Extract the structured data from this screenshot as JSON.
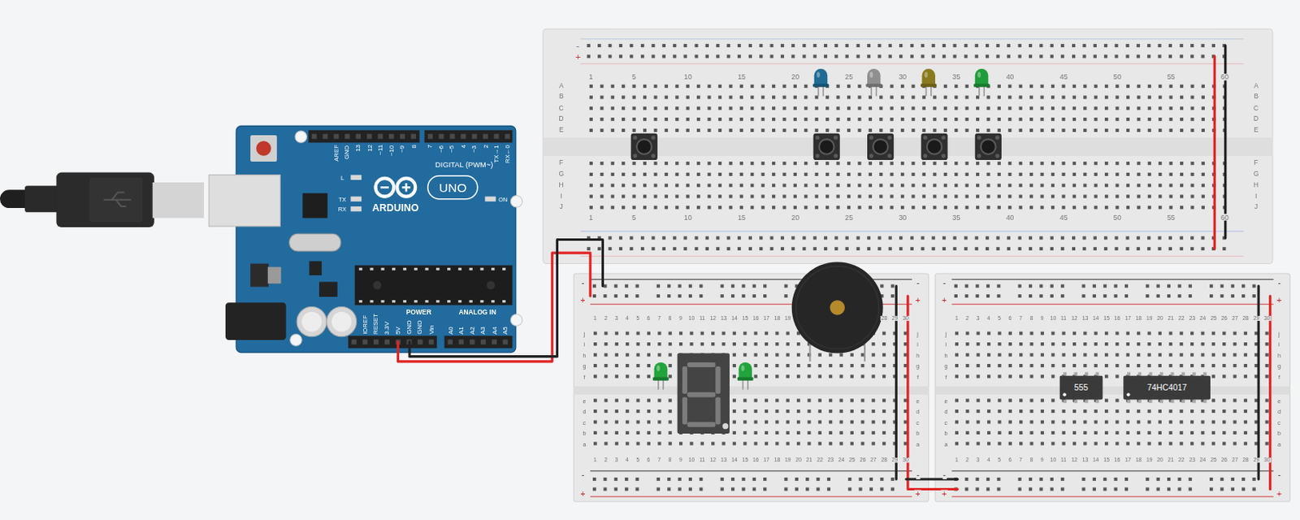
{
  "diagram": {
    "nodes": [
      {
        "text": [
          "555"
        ]
      },
      {
        "text": [
          "74HC4017"
        ]
      }
    ],
    "labels": [
      "AREF",
      "GND",
      "13",
      "12",
      "~11",
      "~10",
      "~9",
      "8",
      "7",
      "~6",
      "~5",
      "4",
      "~3",
      "2",
      "TX→1",
      "RX←0",
      "DIGITAL (PWM~)",
      "L",
      "TX",
      "RX",
      "ARDUINO",
      "UNO",
      "ON",
      "IOREF",
      "RESET",
      "3.3V",
      "5V",
      "GND",
      "GND",
      "Vin",
      "POWER",
      "ANALOG IN",
      "A0",
      "A1",
      "A2",
      "A3",
      "A4",
      "A5",
      "1",
      "5",
      "10",
      "15",
      "20",
      "25",
      "30",
      "35",
      "40",
      "45",
      "50",
      "55",
      "60",
      "1",
      "5",
      "10",
      "15",
      "20",
      "25",
      "30",
      "35",
      "40",
      "45",
      "50",
      "55",
      "60",
      "A",
      "B",
      "C",
      "D",
      "E",
      "F",
      "G",
      "H",
      "I",
      "J",
      "A",
      "B",
      "C",
      "D",
      "E",
      "F",
      "G",
      "H",
      "I",
      "J",
      "-",
      "+",
      "1",
      "2",
      "3",
      "4",
      "5",
      "6",
      "7",
      "8",
      "9",
      "10",
      "11",
      "12",
      "13",
      "14",
      "15",
      "16",
      "17",
      "18",
      "19",
      "28",
      "29",
      "30",
      "1",
      "2",
      "3",
      "4",
      "5",
      "6",
      "7",
      "8",
      "9",
      "10",
      "11",
      "12",
      "13",
      "14",
      "15",
      "16",
      "17",
      "18",
      "19",
      "20",
      "21",
      "22",
      "23",
      "24",
      "25",
      "26",
      "27",
      "28",
      "29",
      "30",
      "j",
      "i",
      "h",
      "g",
      "f",
      "e",
      "d",
      "c",
      "b",
      "a",
      "j",
      "i",
      "h",
      "g",
      "f",
      "e",
      "d",
      "c",
      "b",
      "a",
      "-",
      "+",
      "-",
      "+",
      "-",
      "+",
      "-",
      "+",
      "1",
      "2",
      "3",
      "4",
      "5",
      "6",
      "7",
      "8",
      "9",
      "10",
      "11",
      "12",
      "13",
      "14",
      "15",
      "16",
      "17",
      "18",
      "19",
      "20",
      "21",
      "22",
      "23",
      "24",
      "25",
      "26",
      "27",
      "28",
      "29",
      "30",
      "1",
      "2",
      "3",
      "4",
      "5",
      "6",
      "7",
      "8",
      "9",
      "10",
      "11",
      "12",
      "13",
      "14",
      "15",
      "16",
      "17",
      "18",
      "19",
      "20",
      "21",
      "22",
      "23",
      "24",
      "25",
      "26",
      "27",
      "28",
      "29",
      "30",
      "j",
      "i",
      "h",
      "g",
      "f",
      "e",
      "d",
      "c",
      "b",
      "a",
      "j",
      "i",
      "h",
      "g",
      "f",
      "e",
      "d",
      "c",
      "b",
      "a",
      "-",
      "+",
      "-",
      "+",
      "-",
      "+",
      "-",
      "+"
    ]
  }
}
